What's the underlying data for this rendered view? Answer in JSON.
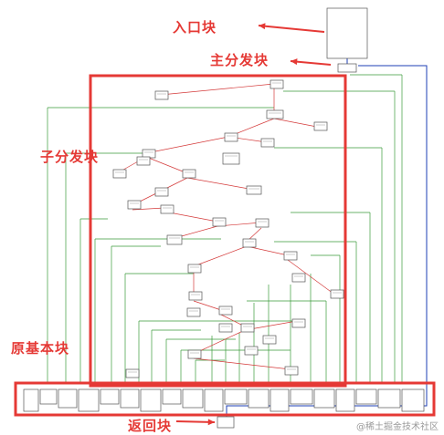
{
  "annotations": {
    "entry_block": "入口块",
    "main_dispatcher": "主分发块",
    "sub_dispatcher": "子分发块",
    "original_basic_blocks": "原基本块",
    "return_block": "返回块"
  },
  "watermark": "@稀土掘金技术社区",
  "colors": {
    "annotation": "#e53935",
    "highlight_box": "#e53935",
    "edge_green": "#3a9a3a",
    "edge_red": "#d43a3a",
    "edge_blue": "#1d3fb5",
    "node_border": "#555555"
  }
}
